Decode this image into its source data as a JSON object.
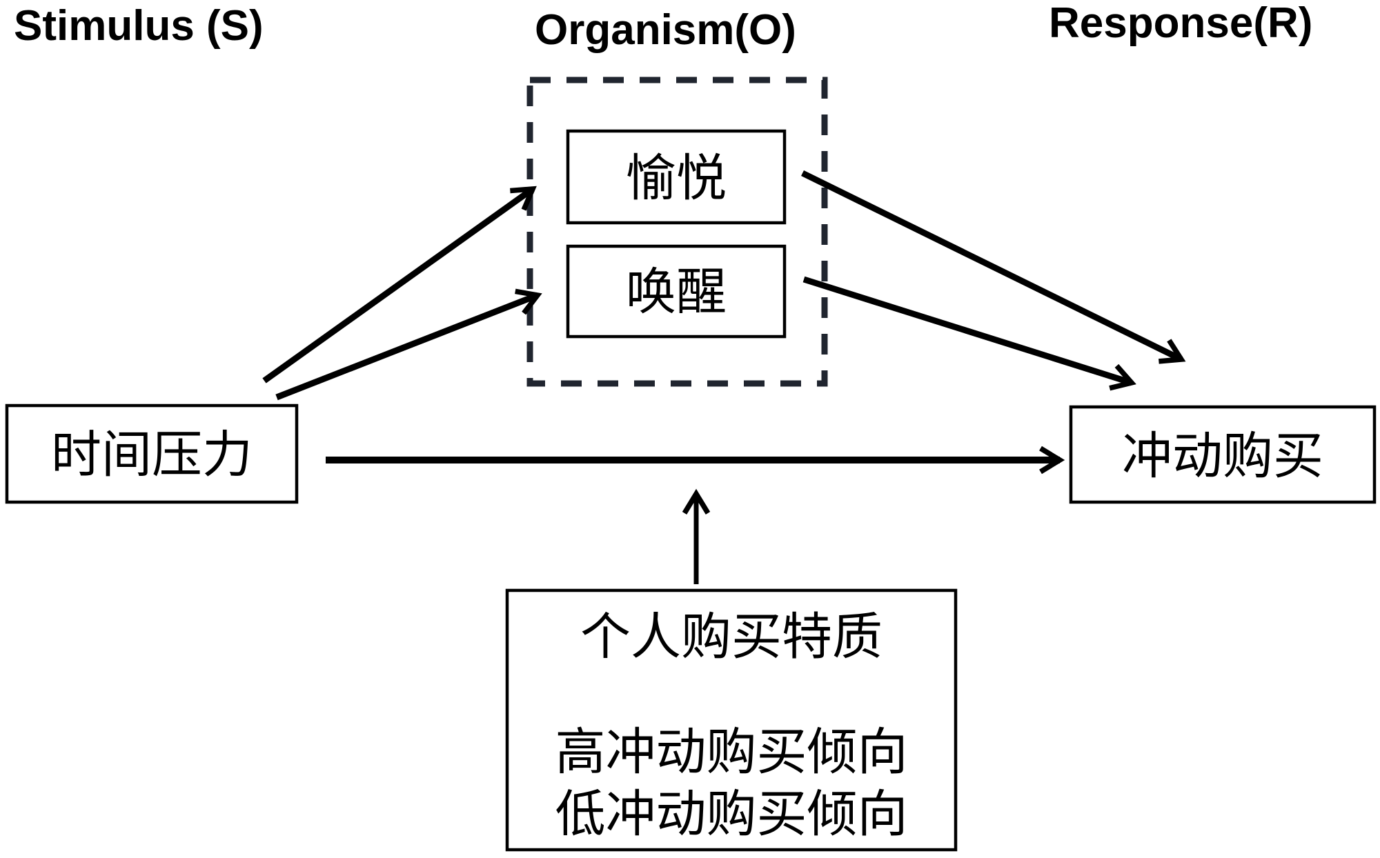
{
  "header": {
    "stimulus_label": "Stimulus (S)",
    "organism_label": "Organism(O)",
    "response_label": "Response(R)"
  },
  "stimulus": {
    "time_pressure": "时间压力"
  },
  "organism": {
    "pleasure": "愉悦",
    "arousal": "唤醒"
  },
  "response": {
    "impulse_buying": "冲动购买"
  },
  "moderator": {
    "title": "个人购买特质",
    "high_tendency": "高冲动购买倾向",
    "low_tendency": "低冲动购买倾向"
  },
  "colors": {
    "line": "#000000",
    "dashed_border": "#20252f",
    "background": "#ffffff"
  }
}
